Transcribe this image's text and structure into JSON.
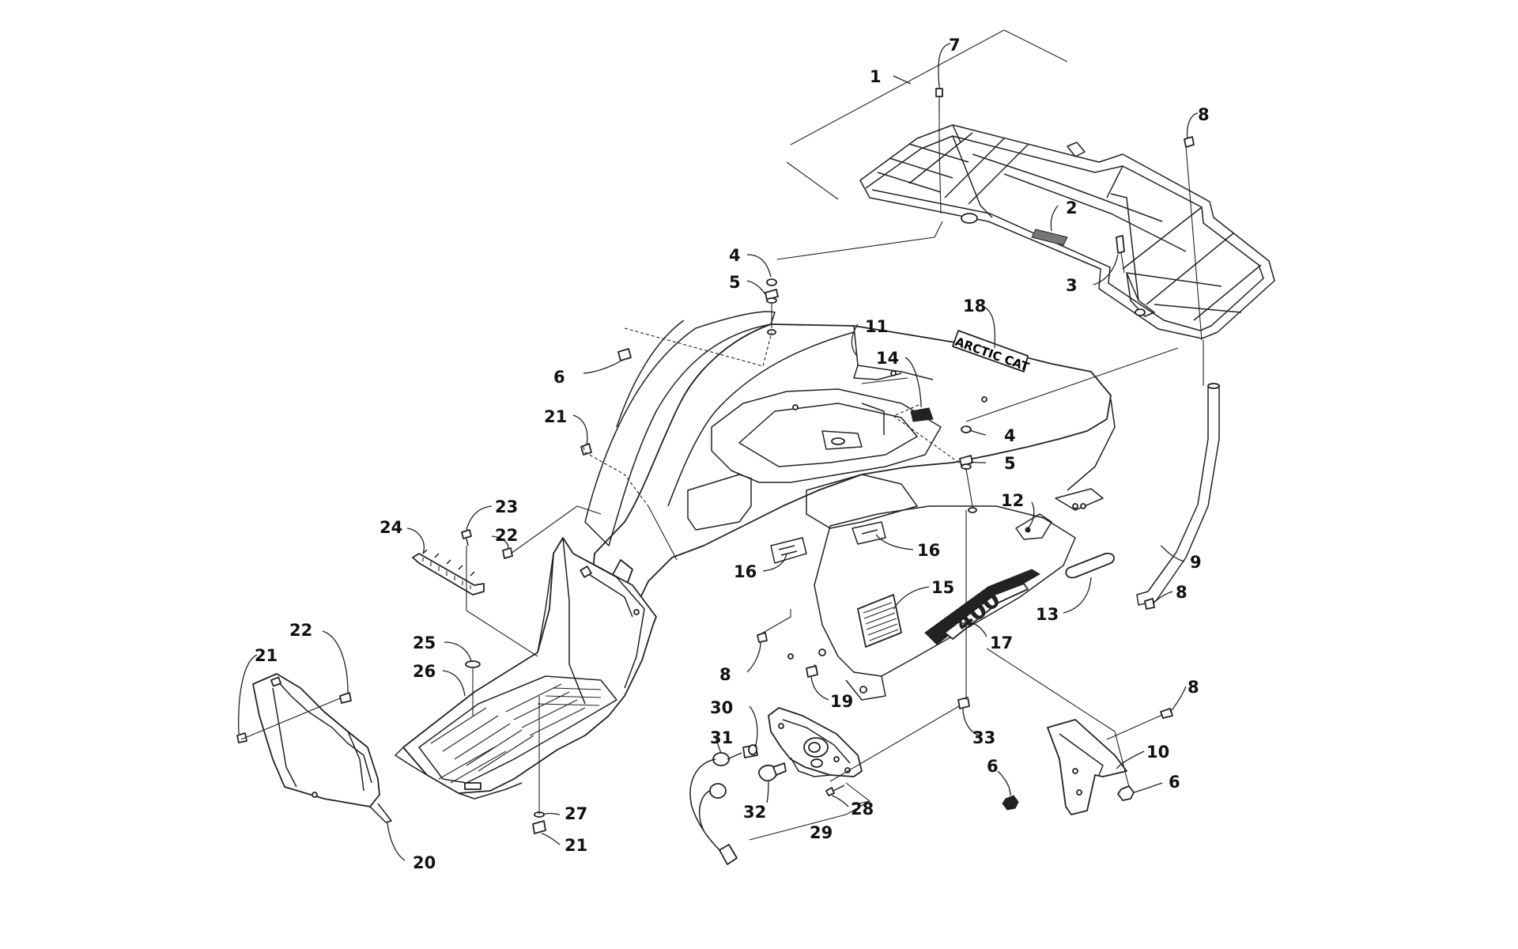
{
  "callouts": [
    {
      "id": "1",
      "label": "1"
    },
    {
      "id": "2",
      "label": "2"
    },
    {
      "id": "3",
      "label": "3"
    },
    {
      "id": "4a",
      "label": "4"
    },
    {
      "id": "4b",
      "label": "4"
    },
    {
      "id": "5a",
      "label": "5"
    },
    {
      "id": "5b",
      "label": "5"
    },
    {
      "id": "6a",
      "label": "6"
    },
    {
      "id": "6b",
      "label": "6"
    },
    {
      "id": "6c",
      "label": "6"
    },
    {
      "id": "7",
      "label": "7"
    },
    {
      "id": "8a",
      "label": "8"
    },
    {
      "id": "8b",
      "label": "8"
    },
    {
      "id": "8c",
      "label": "8"
    },
    {
      "id": "8d",
      "label": "8"
    },
    {
      "id": "9",
      "label": "9"
    },
    {
      "id": "10",
      "label": "10"
    },
    {
      "id": "11",
      "label": "11"
    },
    {
      "id": "12",
      "label": "12"
    },
    {
      "id": "13",
      "label": "13"
    },
    {
      "id": "14",
      "label": "14"
    },
    {
      "id": "15",
      "label": "15"
    },
    {
      "id": "16a",
      "label": "16"
    },
    {
      "id": "16b",
      "label": "16"
    },
    {
      "id": "17",
      "label": "17"
    },
    {
      "id": "18",
      "label": "18"
    },
    {
      "id": "19",
      "label": "19"
    },
    {
      "id": "20",
      "label": "20"
    },
    {
      "id": "21a",
      "label": "21"
    },
    {
      "id": "21b",
      "label": "21"
    },
    {
      "id": "21c",
      "label": "21"
    },
    {
      "id": "22a",
      "label": "22"
    },
    {
      "id": "22b",
      "label": "22"
    },
    {
      "id": "23",
      "label": "23"
    },
    {
      "id": "24",
      "label": "24"
    },
    {
      "id": "25",
      "label": "25"
    },
    {
      "id": "26",
      "label": "26"
    },
    {
      "id": "27",
      "label": "27"
    },
    {
      "id": "28",
      "label": "28"
    },
    {
      "id": "29",
      "label": "29"
    },
    {
      "id": "30",
      "label": "30"
    },
    {
      "id": "31",
      "label": "31"
    },
    {
      "id": "32",
      "label": "32"
    },
    {
      "id": "33",
      "label": "33"
    }
  ],
  "decals": {
    "brand": "ARCTIC CAT",
    "model": "400"
  }
}
